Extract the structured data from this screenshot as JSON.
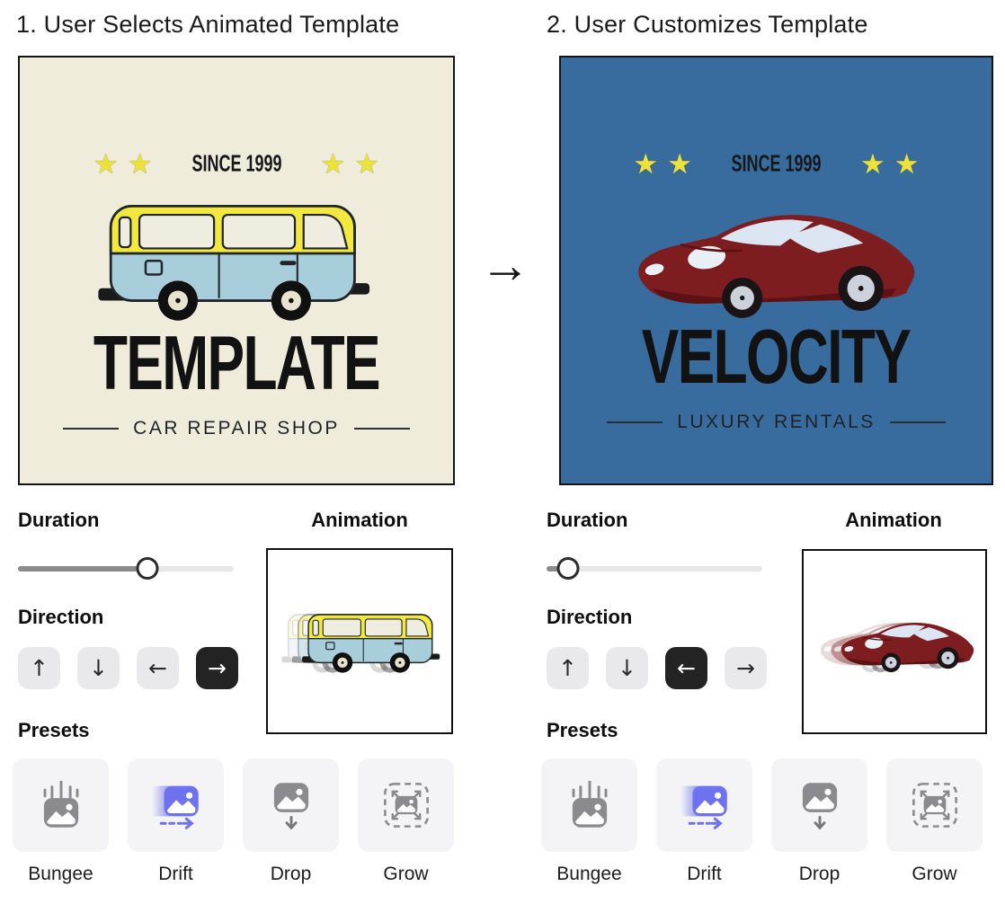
{
  "transition_arrow": "→",
  "direction_glyphs": {
    "up": "↑",
    "down": "↓",
    "left": "←",
    "right": "→"
  },
  "colors": {
    "left_canvas_bg": "#EFECDC",
    "right_canvas_bg": "#386C9E",
    "star_yellow": "#EDE23A",
    "van_body_blue": "#A9CEDB",
    "van_roof_yellow": "#F2E83E",
    "car_body_red": "#7D1D1F",
    "preset_icon_gray": "#8A8A8F",
    "drift_accent_indigo": "#6E72F0",
    "selected_button_dark": "#232323"
  },
  "columns": [
    {
      "step_title": "1. User Selects Animated Template",
      "canvas": {
        "since_badge": "SINCE 1999",
        "brand_name": "TEMPLATE",
        "tagline": "CAR REPAIR SHOP",
        "vehicle": "van"
      },
      "duration": {
        "label": "Duration",
        "percent": 60
      },
      "animation": {
        "label": "Animation",
        "motion_direction": "right"
      },
      "direction": {
        "label": "Direction",
        "selected": "right"
      },
      "presets": {
        "label": "Presets",
        "items": [
          {
            "label": "Bungee"
          },
          {
            "label": "Drift"
          },
          {
            "label": "Drop"
          },
          {
            "label": "Grow"
          }
        ]
      }
    },
    {
      "step_title": "2. User Customizes Template",
      "canvas": {
        "since_badge": "SINCE 1999",
        "brand_name": "VELOCITY",
        "tagline": "LUXURY RENTALS",
        "vehicle": "car"
      },
      "duration": {
        "label": "Duration",
        "percent": 10
      },
      "animation": {
        "label": "Animation",
        "motion_direction": "left"
      },
      "direction": {
        "label": "Direction",
        "selected": "left"
      },
      "presets": {
        "label": "Presets",
        "items": [
          {
            "label": "Bungee"
          },
          {
            "label": "Drift"
          },
          {
            "label": "Drop"
          },
          {
            "label": "Grow"
          }
        ]
      }
    }
  ]
}
